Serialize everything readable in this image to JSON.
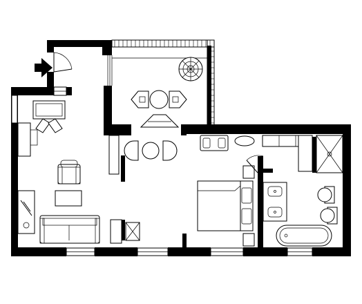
{
  "plan": {
    "colors": {
      "wall": "#000000",
      "background": "#ffffff"
    },
    "entrance_marker": "arrow-right-icon",
    "rooms": [
      "entrance",
      "terrace",
      "living-room",
      "dining-area",
      "bedroom",
      "bathroom"
    ]
  }
}
